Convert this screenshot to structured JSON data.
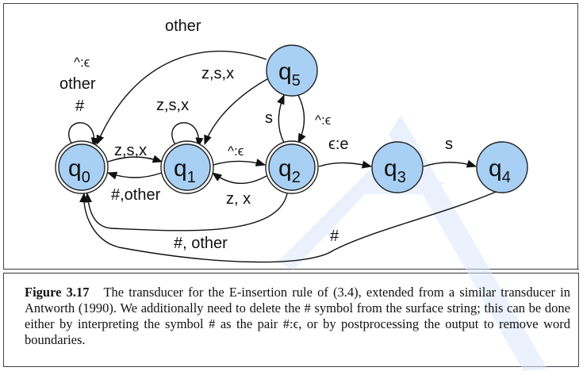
{
  "colors": {
    "state_fill": "#a8d0f4",
    "state_stroke": "#222222",
    "arrow": "#111111",
    "watermark": "#dbe6fb"
  },
  "states": [
    {
      "id": "q0",
      "base": "q",
      "sub": "0",
      "final": true
    },
    {
      "id": "q1",
      "base": "q",
      "sub": "1",
      "final": true
    },
    {
      "id": "q2",
      "base": "q",
      "sub": "2",
      "final": true
    },
    {
      "id": "q3",
      "base": "q",
      "sub": "3",
      "final": false
    },
    {
      "id": "q4",
      "base": "q",
      "sub": "4",
      "final": false
    },
    {
      "id": "q5",
      "base": "q",
      "sub": "5",
      "final": false
    }
  ],
  "edge_labels": {
    "q5_to_q0": "other",
    "q0_loop_1": "^:ϵ",
    "q0_loop_2": "other",
    "q0_loop_3": "#",
    "q5_to_q1": "z,s,x",
    "q1_loop": "z,s,x",
    "q0_to_q1": "z,s,x",
    "q1_to_q0": "#,other",
    "q1_to_q2": "^:ϵ",
    "q2_to_q1": "z, x",
    "q2_to_q5": "s",
    "q5_to_q2": "^:ϵ",
    "q2_to_q3": "ϵ:e",
    "q3_to_q4": "s",
    "q2_to_q0": "#, other",
    "q4_to_q0": "#"
  },
  "caption": {
    "figure_number": "Figure 3.17",
    "text": "The transducer for the E-insertion rule of (3.4), extended from a similar transducer in Antworth (1990). We additionally need to delete the # symbol from the surface string; this can be done either by interpreting the symbol # as the pair #:ϵ, or by postprocessing the output to remove word boundaries."
  }
}
